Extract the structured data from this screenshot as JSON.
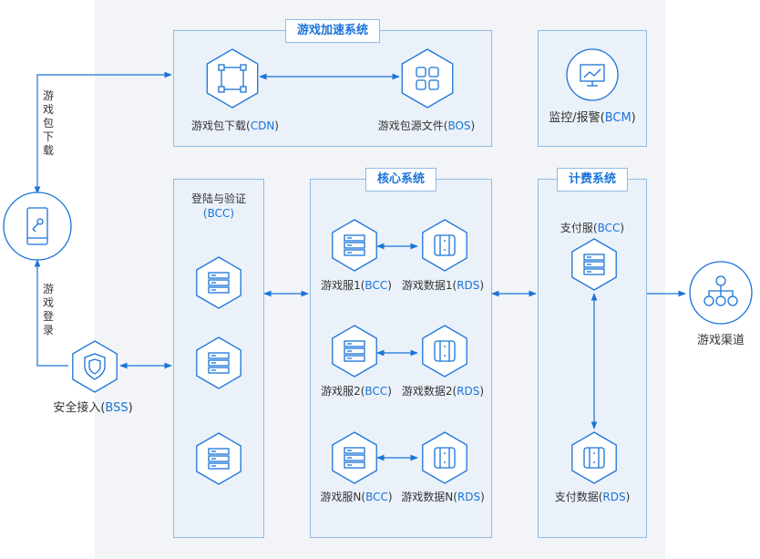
{
  "colors": {
    "accent": "#1a73d9",
    "box_fill": "#eaf1f9",
    "box_border": "#8fbbe6",
    "panel": "#f2f4f7"
  },
  "acceleration": {
    "title": "游戏加速系统",
    "cdn": {
      "name": "游戏包下载(",
      "tag": "CDN",
      "close": ")"
    },
    "bos": {
      "name": "游戏包源文件(",
      "tag": "BOS",
      "close": ")"
    }
  },
  "monitor": {
    "name": "监控/报警(",
    "tag": "BCM",
    "close": ")"
  },
  "login": {
    "line1": "登陆与验证",
    "line2": "(BCC)"
  },
  "core": {
    "title": "核心系统",
    "rows": [
      {
        "server": "游戏服1(",
        "server_tag": "BCC",
        "data": "游戏数据1(",
        "data_tag": "RDS"
      },
      {
        "server": "游戏服2(",
        "server_tag": "BCC",
        "data": "游戏数据2(",
        "data_tag": "RDS"
      },
      {
        "server": "游戏服N(",
        "server_tag": "BCC",
        "data": "游戏数据N(",
        "data_tag": "RDS"
      }
    ]
  },
  "billing": {
    "title": "计费系统",
    "pay_server": {
      "name": "支付服(",
      "tag": "BCC",
      "close": ")"
    },
    "pay_data": {
      "name": "支付数据(",
      "tag": "RDS",
      "close": ")"
    }
  },
  "left": {
    "download_label": "游戏包下载",
    "login_label": "游戏登录",
    "bss": {
      "name": "安全接入(",
      "tag": "BSS",
      "close": ")"
    }
  },
  "channel": {
    "name": "游戏渠道"
  },
  "icons": {
    "cdn": "cdn-icon",
    "bos": "grid-apps-icon",
    "monitor": "monitor-chart-icon",
    "server": "server-rack-icon",
    "database": "database-icon",
    "phone": "mobile-phone-icon",
    "shield": "shield-icon",
    "channel": "network-tree-icon"
  }
}
